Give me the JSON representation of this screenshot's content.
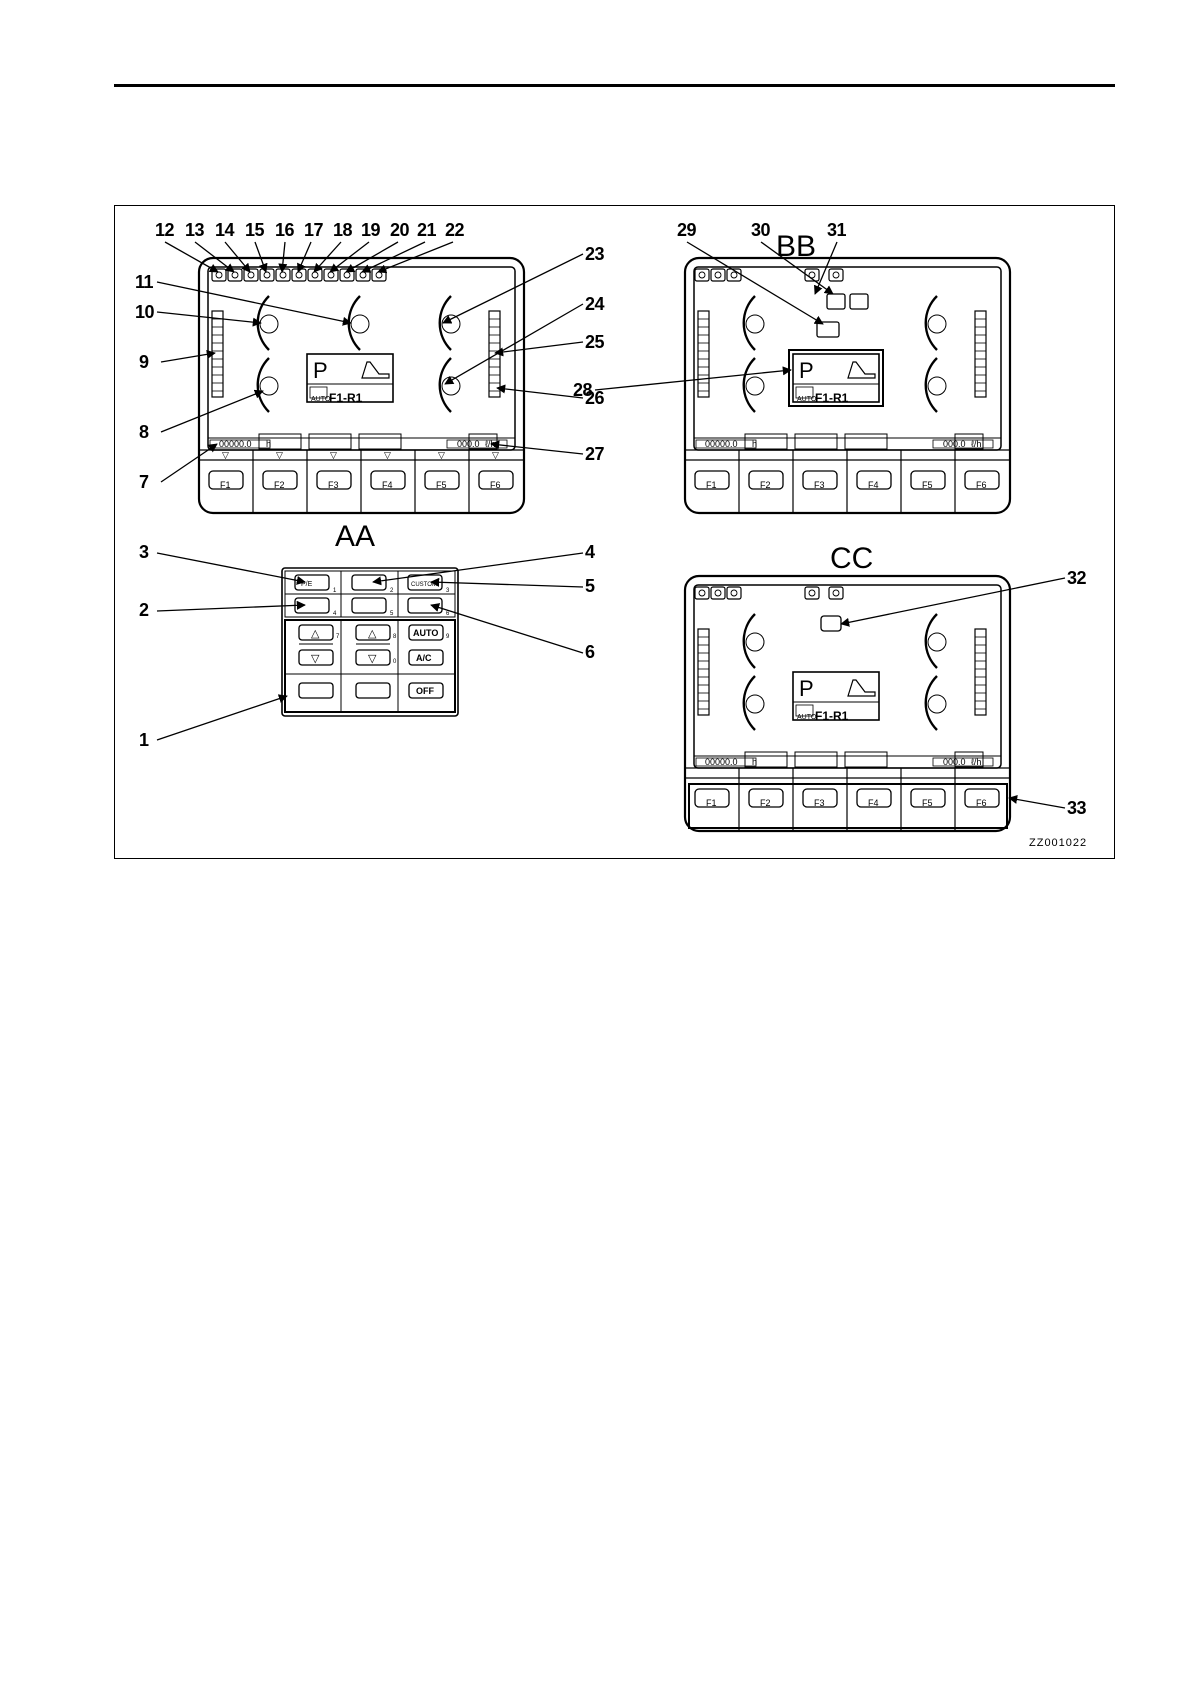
{
  "views": {
    "aa": {
      "caption": "AA"
    },
    "bb": {
      "caption": "BB"
    },
    "cc": {
      "caption": "CC"
    }
  },
  "callouts": {
    "top_row": [
      "12",
      "13",
      "14",
      "15",
      "16",
      "17",
      "18",
      "19",
      "20",
      "21",
      "22"
    ],
    "c1": "1",
    "c2": "2",
    "c3": "3",
    "c4": "4",
    "c5": "5",
    "c6": "6",
    "c7": "7",
    "c8": "8",
    "c9": "9",
    "c10": "10",
    "c11": "11",
    "c23": "23",
    "c24": "24",
    "c25": "25",
    "c26": "26",
    "c27": "27",
    "c28": "28",
    "c29": "29",
    "c30": "30",
    "c31": "31",
    "c32": "32",
    "c33": "33"
  },
  "monitor": {
    "gear_display": "P",
    "auto_label": "AUTO",
    "gear_range": "F1-R1",
    "service_meter": "00000.0",
    "service_unit": "h",
    "fuel_rate": "000.0",
    "fuel_rate_unit": "ℓ/h",
    "function_keys": [
      "F1",
      "F2",
      "F3",
      "F4",
      "F5",
      "F6"
    ],
    "arrow_glyph": "▽"
  },
  "switch_panel": {
    "mini_numbers": [
      "1",
      "2",
      "3",
      "4",
      "5",
      "6",
      "7",
      "8",
      "9",
      "0"
    ],
    "mode_labels": [
      "P/E",
      "CUSTOM"
    ],
    "up": "△",
    "down": "▽",
    "auto": "AUTO",
    "ac": "A/C",
    "off": "OFF"
  },
  "drawing_code": "ZZ001022"
}
